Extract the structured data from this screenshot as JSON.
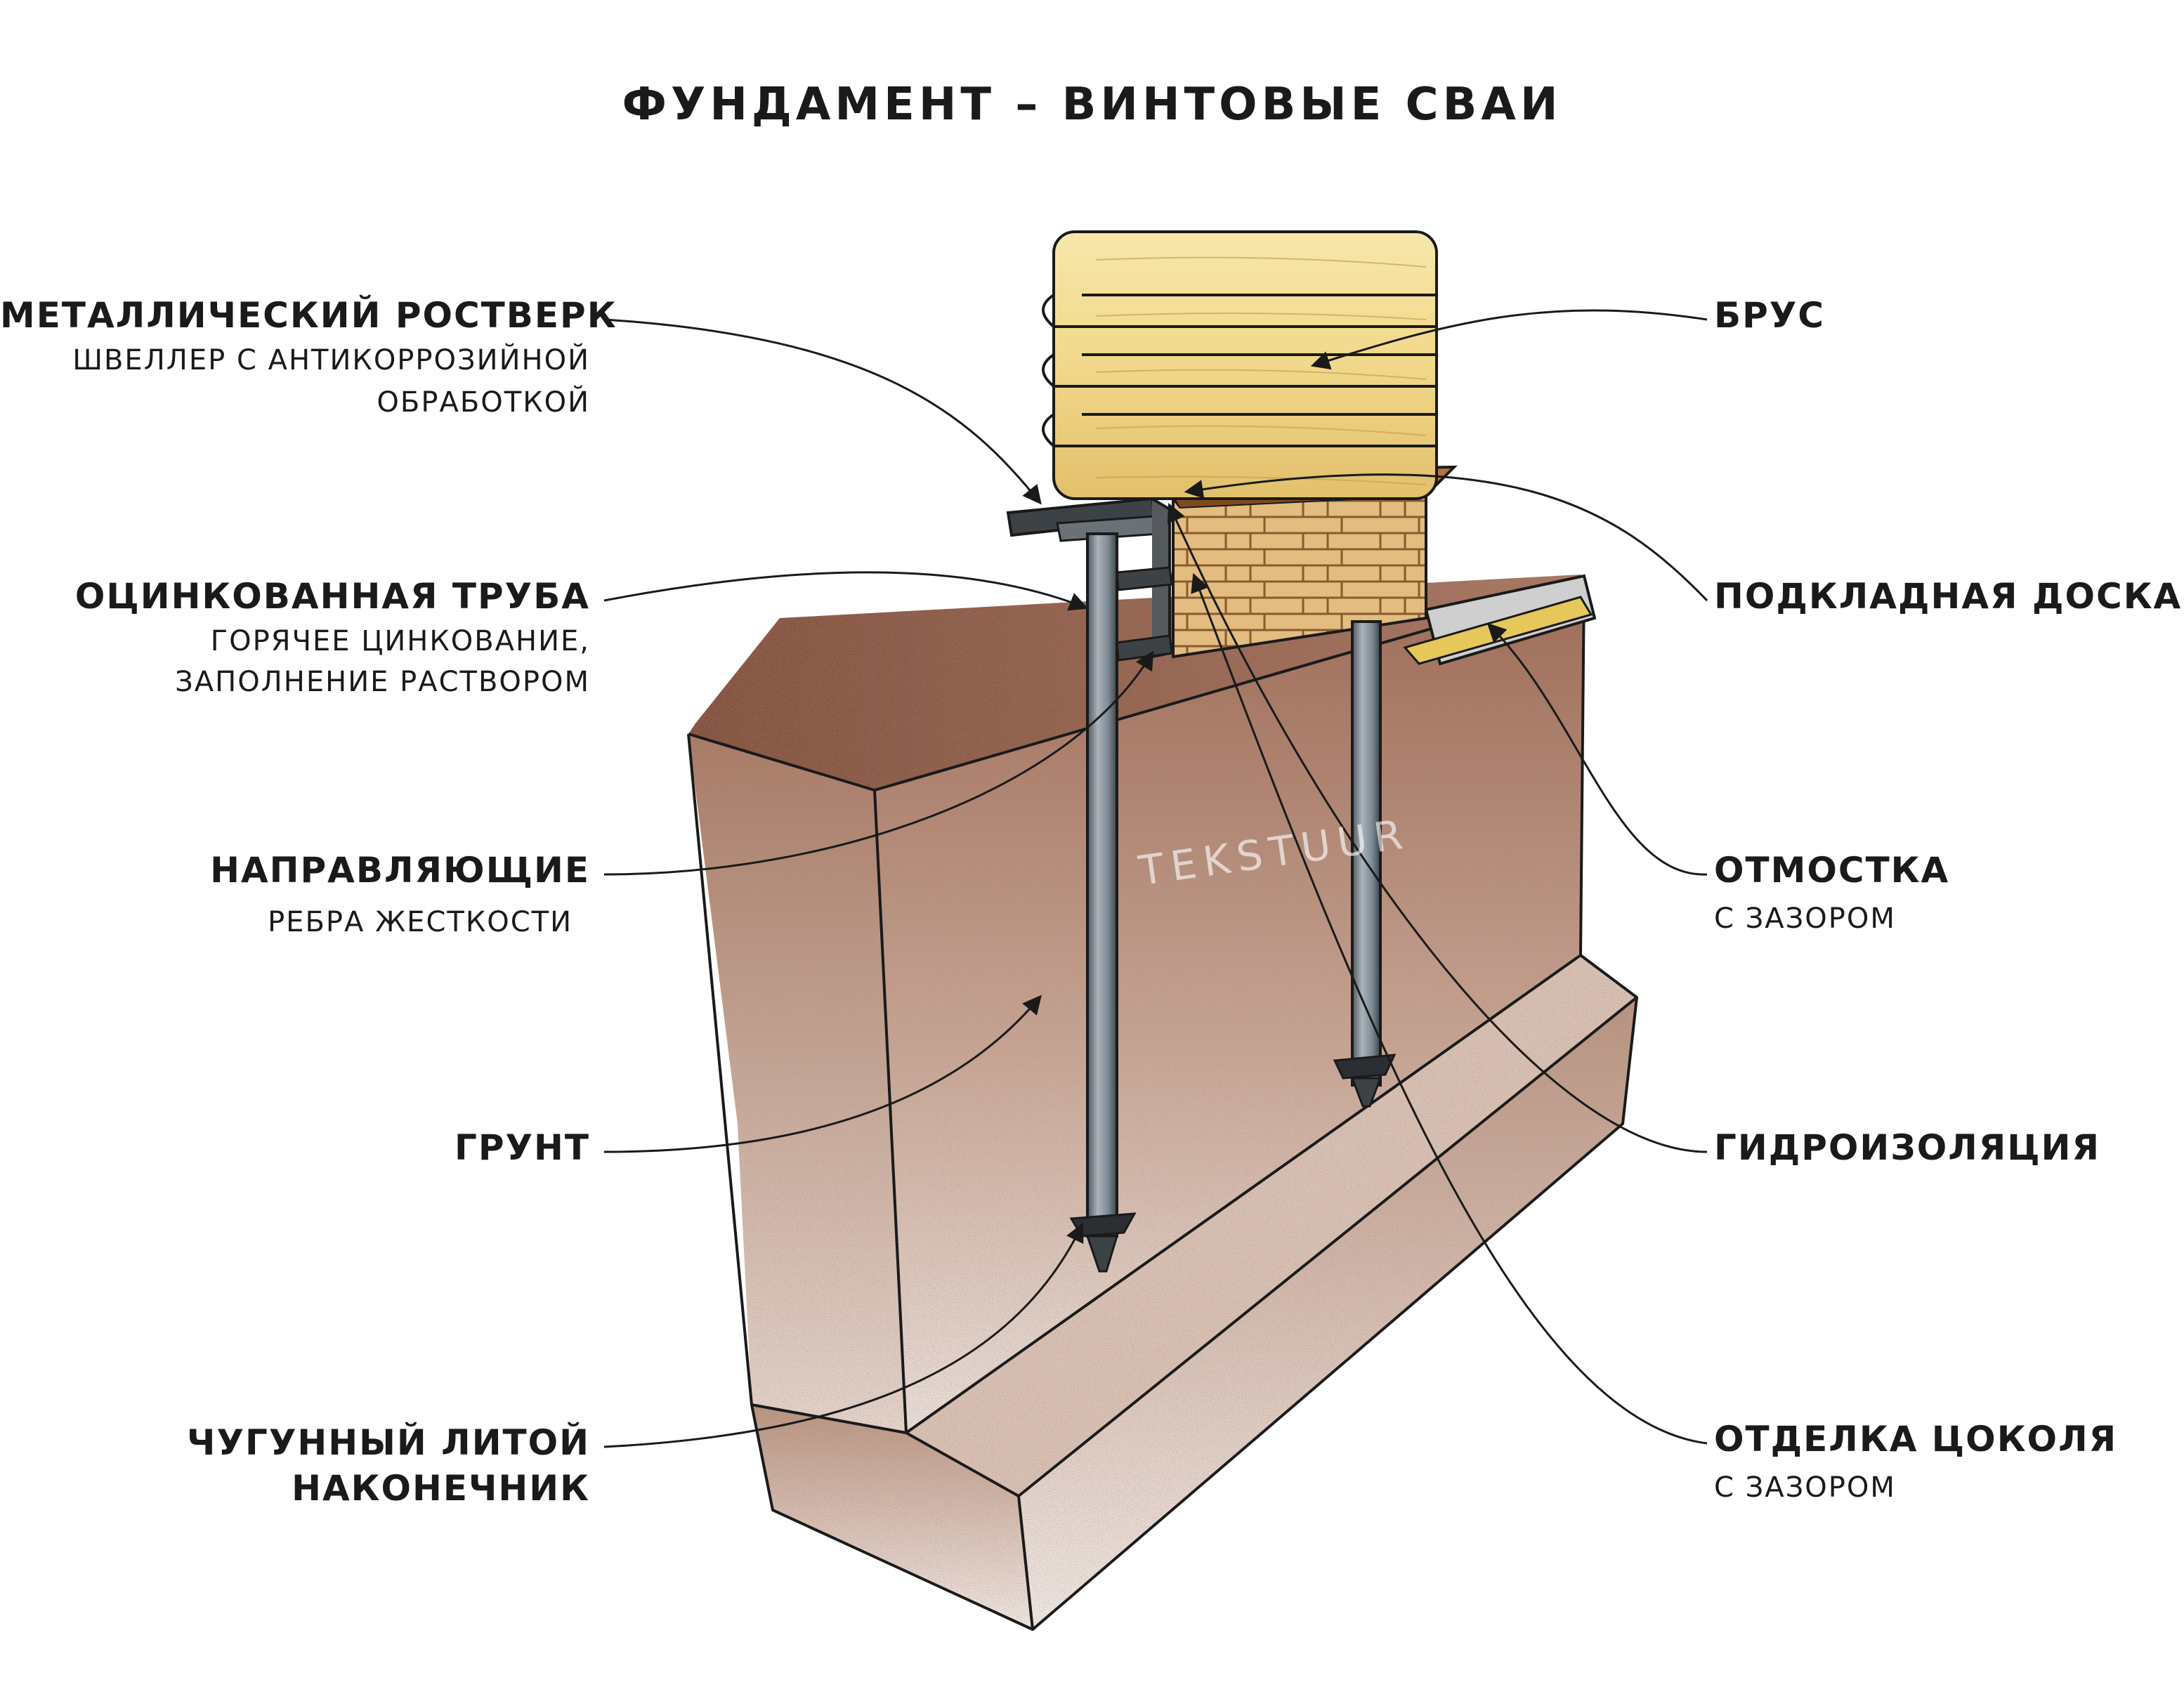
{
  "title": "ФУНДАМЕНТ – ВИНТОВЫЕ СВАИ",
  "watermark": "TEKSTUUR",
  "labels_left": [
    {
      "id": "rostverk",
      "title": "МЕТАЛЛИЧЕСКИЙ РОСТВЕРК",
      "sub": [
        "ШВЕЛЛЕР С АНТИКОРРОЗИЙНОЙ",
        "ОБРАБОТКОЙ"
      ]
    },
    {
      "id": "truba",
      "title": "ОЦИНКОВАННАЯ ТРУБА",
      "sub": [
        "ГОРЯЧЕЕ ЦИНКОВАНИЕ,",
        "ЗАПОЛНЕНИЕ РАСТВОРОМ"
      ]
    },
    {
      "id": "napravl",
      "title": "НАПРАВЛЯЮЩИЕ",
      "sub": [
        "РЕБРА ЖЕСТКОСТИ"
      ]
    },
    {
      "id": "grunt",
      "title": "ГРУНТ",
      "sub": []
    },
    {
      "id": "nakon",
      "title": "ЧУГУННЫЙ ЛИТОЙ",
      "sub": [
        "НАКОНЕЧНИК"
      ]
    }
  ],
  "labels_right": [
    {
      "id": "brus",
      "title": "БРУС",
      "sub": []
    },
    {
      "id": "doska",
      "title": "ПОДКЛАДНАЯ ДОСКА",
      "sub": []
    },
    {
      "id": "otmostka",
      "title": "ОТМОСТКА",
      "sub": [
        "С ЗАЗОРОМ"
      ]
    },
    {
      "id": "gidro",
      "title": "ГИДРОИЗОЛЯЦИЯ",
      "sub": []
    },
    {
      "id": "otdelka",
      "title": "ОТДЕЛКА ЦОКОЛЯ",
      "sub": [
        "С ЗАЗОРОМ"
      ]
    }
  ],
  "colors": {
    "soil": "#8a5a45",
    "soil_light": "#e8ddd6",
    "timber": "#f2dc8e",
    "brick": "#e0b678",
    "board": "#b5743d",
    "pipe": "#7e8a94",
    "steel": "#3d4246",
    "ink": "#1a1a1a"
  }
}
